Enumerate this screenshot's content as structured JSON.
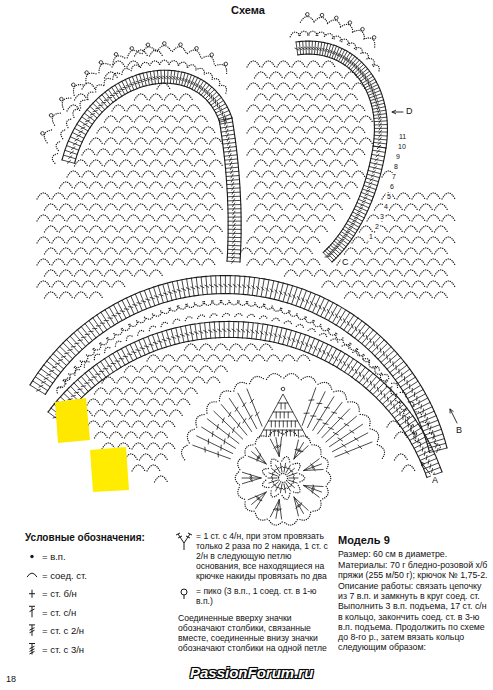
{
  "diagram": {
    "title": "Схема",
    "labels": [
      "D",
      "11",
      "10",
      "9",
      "8",
      "7",
      "6",
      "5",
      "4",
      "3",
      "2",
      "1",
      "C",
      "B",
      "A",
      "Условные обозначения:",
      "= 1 ст. с 4/н, при этом провязать только 2 раза по 2 накида, 1 ст. с 2/н в следующую петлю основания, все находящиеся на крючке накиды провязать по два",
      "= пико (3 в.п., 1 соед. ст. в 1-ю в.п.)",
      "Соединенные вверху значки обозначают столбики, связанные вместе, соединенные внизу значки обозначают столбики на одной петле",
      "Модель 9",
      "Размер: 60 см в диаметре.",
      "Материалы: 70 г бледно-розовой х/б пряжи (255 м/50 г); крючок № 1,75-2.",
      "Описание работы: связать цепочку из 7 в.п. и замкнуть в круг соед. ст. Выполнить 3 в.п. подъема, 17 ст. с/н в кольцо, закончить соед. ст. в 3-ю в.п. подъема. Продолжить по схеме до 8-го р., затем вязать кольцо следующим образом:",
      "18",
      "PassionForum.ru"
    ],
    "legend": [
      {
        "text": "= в.п."
      },
      {
        "text": "= соед. ст."
      },
      {
        "text": "= ст. б/н"
      },
      {
        "text": "= ст. с/н"
      },
      {
        "text": "= ст. с 2/н"
      },
      {
        "text": "= ст. с 3/н"
      }
    ]
  }
}
